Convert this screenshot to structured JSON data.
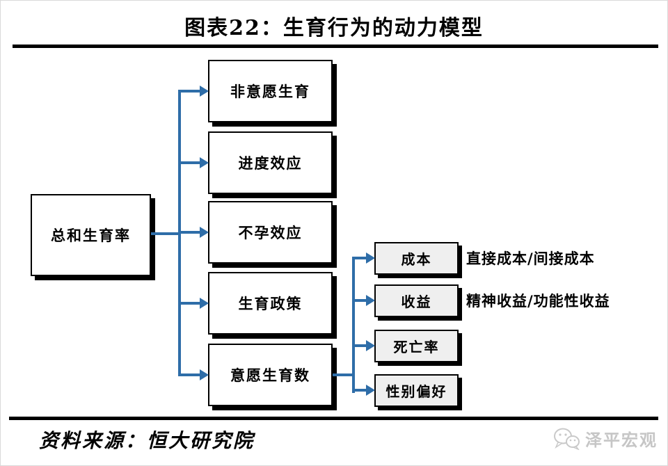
{
  "header": {
    "title": "图表22：生育行为的动力模型"
  },
  "diagram": {
    "root": {
      "label": "总和生育率"
    },
    "factors": [
      {
        "label": "非意愿生育"
      },
      {
        "label": "进度效应"
      },
      {
        "label": "不孕效应"
      },
      {
        "label": "生育政策"
      },
      {
        "label": "意愿生育数"
      }
    ],
    "subfactors": [
      {
        "label": "成本",
        "note": "直接成本/间接成本"
      },
      {
        "label": "收益",
        "note": "精神收益/功能性收益"
      },
      {
        "label": "死亡率",
        "note": ""
      },
      {
        "label": "性别偏好",
        "note": ""
      }
    ]
  },
  "footer": {
    "source": "资料来源：恒大研究院",
    "watermark": "泽平宏观",
    "watermark_icon": "chat-bubbles-icon"
  },
  "colors": {
    "accent": "#2E6DA8",
    "box-fill": "#ffffff",
    "subbox-fill": "#efefef",
    "watermark-color": "#c6c6c6"
  }
}
